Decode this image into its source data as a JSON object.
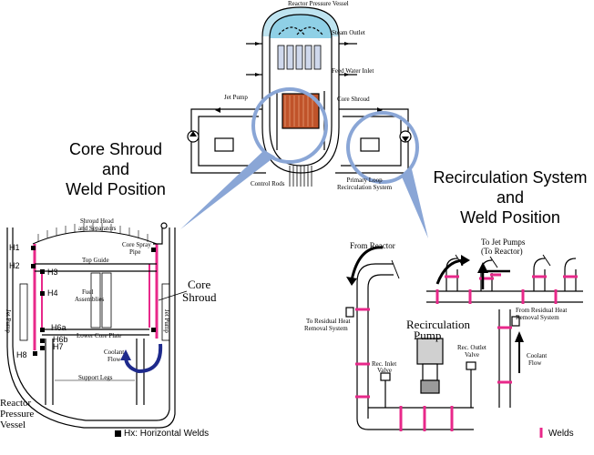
{
  "top": {
    "reactor_pressure_vessel": "Reactor Pressure Vessel",
    "steam_outlet": "Steam Outlet",
    "feed_water_inlet": "Feed Water Inlet",
    "jet_pump": "Jet Pump",
    "core_shroud": "Core Shroud",
    "control_rods": "Control Rods",
    "primary_loop": "Primary Loop\nRecirculation System"
  },
  "left": {
    "title_line1": "Core Shroud",
    "title_line2": "and",
    "title_line3": "Weld Position",
    "shroud_head": "Shroud Head",
    "and_separators": "and Separators",
    "core_spray": "Core Spray",
    "pipe": "Pipe",
    "top_guide": "Top Guide",
    "fuel": "Fuel",
    "assemblies": "Assemblies",
    "jet_pump_left": "Jet Pump",
    "jet_pump_right": "Jet Pump",
    "lower_core_plate": "Lower Core Plate",
    "coolant": "Coolant",
    "flow": "Flow",
    "support_legs": "Support Legs",
    "core_shroud_1": "Core",
    "core_shroud_2": "Shroud",
    "welds": [
      "H1",
      "H2",
      "H3",
      "H4",
      "H6a",
      "H6b",
      "H7",
      "H8"
    ],
    "reactor_1": "Reactor",
    "reactor_2": "Pressure",
    "reactor_3": "Vessel",
    "legend_hx": "Hx: Horizontal Welds"
  },
  "right": {
    "title_line1": "Recirculation System",
    "title_line2": "and",
    "title_line3": "Weld Position",
    "from_reactor": "From Reactor",
    "to_jet_pumps_1": "To Jet Pumps",
    "to_jet_pumps_2": "(To Reactor)",
    "to_rhr_1": "To Residual Heat",
    "to_rhr_2": "Removal System",
    "from_rhr_1": "From Residual Heat",
    "from_rhr_2": "Removal System",
    "recirc_1": "Recirculation",
    "recirc_2": "Pump",
    "inlet_1": "Rec. Inlet",
    "inlet_2": "Valve",
    "outlet_1": "Rec. Outlet",
    "outlet_2": "Valve",
    "coolant": "Coolant",
    "flow": "Flow",
    "legend_welds": "Welds"
  },
  "colors": {
    "weld": "#e8288a",
    "cooling_blue": "#1e2a8c",
    "bubble": "#8aa6d6",
    "vessel_top": "#8fd0e6",
    "core": "#c0532a"
  }
}
